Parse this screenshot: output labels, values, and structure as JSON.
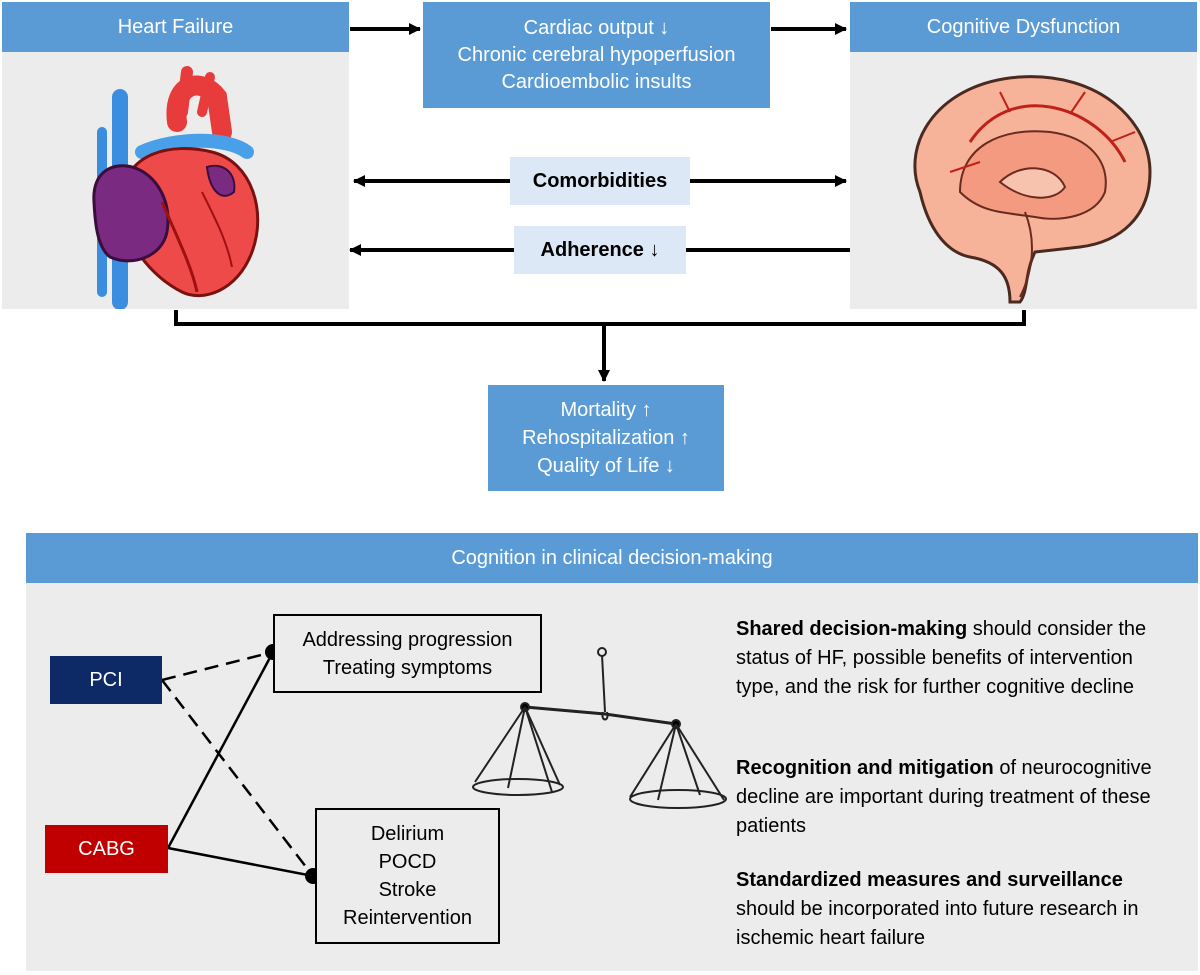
{
  "top": {
    "heart_failure": "Heart Failure",
    "cognitive_dysfunction": "Cognitive Dysfunction",
    "mechanisms": [
      "Cardiac output ↓",
      "Chronic cerebral hypoperfusion",
      "Cardioembolic insults"
    ],
    "comorbidities": "Comorbidities",
    "adherence": "Adherence ↓",
    "outcomes": [
      "Mortality ↑",
      "Rehospitalization ↑",
      "Quality of Life ↓"
    ]
  },
  "bottom": {
    "banner": "Cognition in clinical decision-making",
    "pci": "PCI",
    "cabg": "CABG",
    "benefits": [
      "Addressing progression",
      "Treating symptoms"
    ],
    "risks": [
      "Delirium",
      "POCD",
      "Stroke",
      "Reintervention"
    ],
    "notes": [
      {
        "bold": "Shared decision-making",
        "rest": " should consider the status of HF, possible benefits of intervention type, and the risk for further cognitive decline"
      },
      {
        "bold": "Recognition and mitigation",
        "rest": " of neurocognitive decline are important during treatment of these patients"
      },
      {
        "bold": "Standardized measures and surveillance",
        "rest": " should be incorporated into future research in ischemic heart failure"
      }
    ]
  },
  "colors": {
    "accent_blue": "#5b9bd5",
    "pci_navy": "#0e2a66",
    "cabg_red": "#c00000",
    "panel_grey": "#ececec"
  }
}
